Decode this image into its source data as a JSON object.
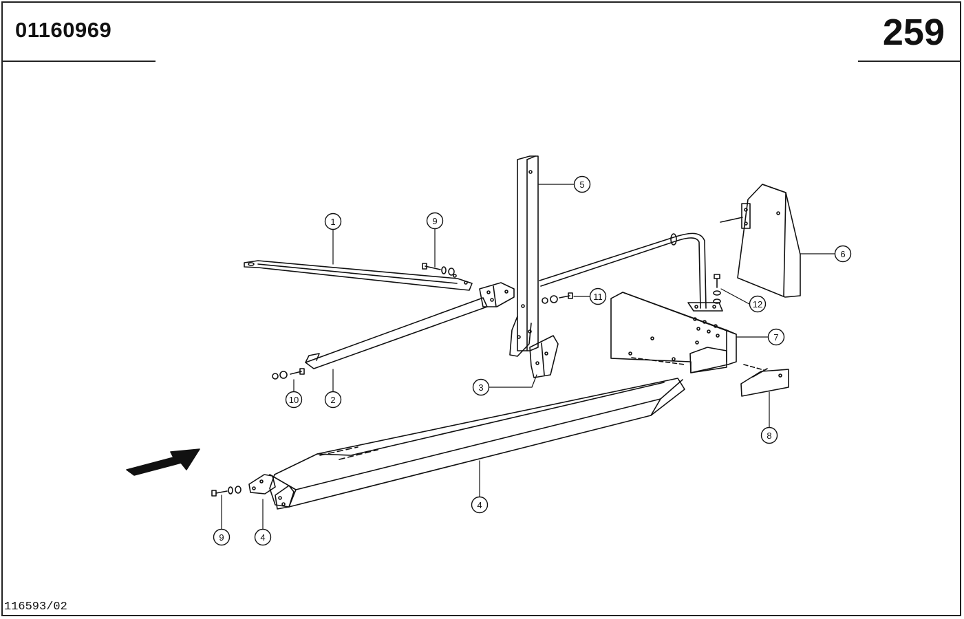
{
  "header": {
    "part_number": "01160969",
    "page_number": "259"
  },
  "footer": {
    "drawing_id": "116593/02"
  },
  "callouts": [
    {
      "label": "1"
    },
    {
      "label": "9"
    },
    {
      "label": "5"
    },
    {
      "label": "6"
    },
    {
      "label": "11"
    },
    {
      "label": "12"
    },
    {
      "label": "7"
    },
    {
      "label": "10"
    },
    {
      "label": "2"
    },
    {
      "label": "3"
    },
    {
      "label": "8"
    },
    {
      "label": "4"
    },
    {
      "label": "9"
    },
    {
      "label": "4"
    }
  ]
}
